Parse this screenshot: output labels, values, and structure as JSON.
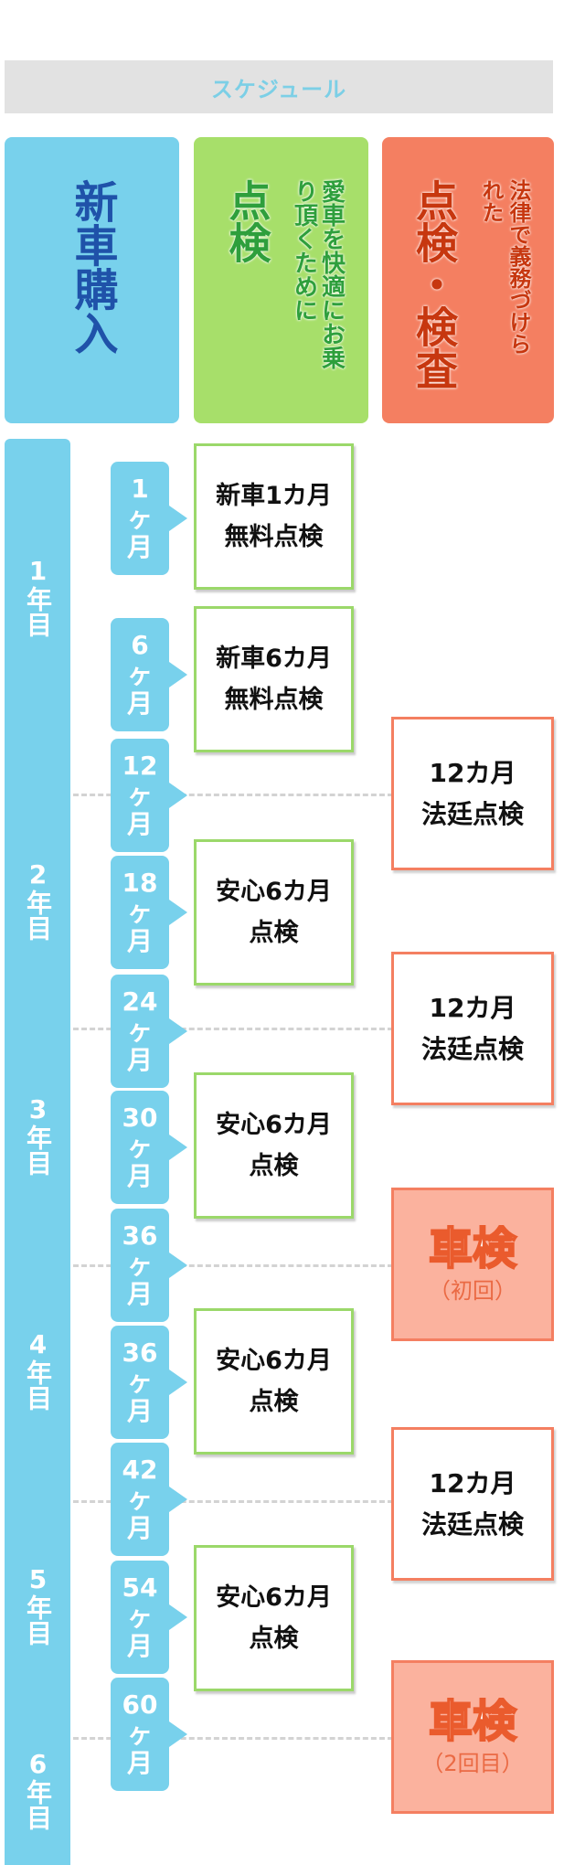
{
  "title": "スケジュール",
  "headers": {
    "buy": "新車購入",
    "care_main": "点検",
    "care_sub": "愛車を快適にお乗り頂くために",
    "law_main": "点検・検査",
    "law_sub": "法律で義務づけられた"
  },
  "years": [
    "1年目",
    "2年目",
    "3年目",
    "4年目",
    "5年目",
    "6年目"
  ],
  "months": [
    "1ヶ月",
    "6ヶ月",
    "12ヶ月",
    "18ヶ月",
    "24ヶ月",
    "30ヶ月",
    "36ヶ月",
    "36ヶ月",
    "42ヶ月",
    "54ヶ月",
    "60ヶ月"
  ],
  "care_items": [
    {
      "line1": "新車1カ月",
      "line2": "無料点検"
    },
    {
      "line1": "新車6カ月",
      "line2": "無料点検"
    },
    {
      "line1": "安心6カ月",
      "line2": "点検"
    },
    {
      "line1": "安心6カ月",
      "line2": "点検"
    },
    {
      "line1": "安心6カ月",
      "line2": "点検"
    },
    {
      "line1": "安心6カ月",
      "line2": "点検"
    }
  ],
  "law_items": [
    {
      "line1": "12カ月",
      "line2": "法廷点検"
    },
    {
      "line1": "12カ月",
      "line2": "法廷点検"
    },
    {
      "line1": "12カ月",
      "line2": "法廷点検"
    }
  ],
  "shaken_items": [
    {
      "main": "車検",
      "sub": "（初回）"
    },
    {
      "main": "車検",
      "sub": "（2回目）"
    }
  ],
  "colors": {
    "blue": "#78d1ec",
    "green": "#a7df6a",
    "red": "#f47f61",
    "shaken_fill": "#fbb29e"
  }
}
